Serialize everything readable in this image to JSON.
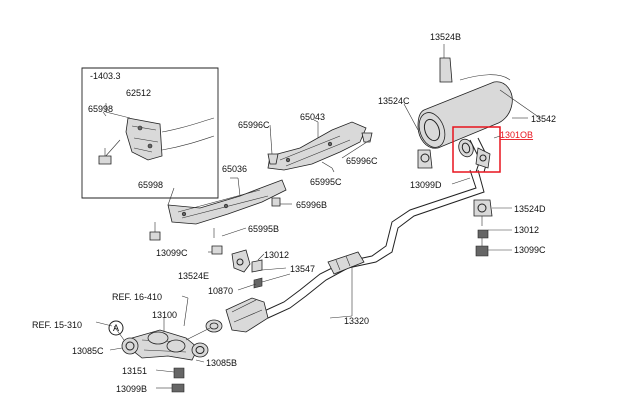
{
  "inset": {
    "ref": "-1403.3"
  },
  "parts": {
    "p13524B": "13524B",
    "p13524C": "13524C",
    "p13542": "13542",
    "p1301OB": "1301OB",
    "p13099D": "13099D",
    "p13524D": "13524D",
    "p13012_r": "13012",
    "p13099C_r": "13099C",
    "p65998_inset": "65998",
    "p62512": "62512",
    "p65996C_a": "65996C",
    "p65043": "65043",
    "p65996C_b": "65996C",
    "p65995C": "65995C",
    "p65998": "65998",
    "p65036": "65036",
    "p65996B": "65996B",
    "p65995B": "65995B",
    "p13099C_l": "13099C",
    "p13012_l": "13012",
    "p13524E": "13524E",
    "p13547": "13547",
    "p10870": "10870",
    "ref16": "REF. 16-410",
    "ref15": "REF. 15-310",
    "circleA": "A",
    "p13100": "13100",
    "p13320": "13320",
    "p13085C": "13085C",
    "p13085B": "13085B",
    "p13151": "13151",
    "p13099B": "13099B"
  },
  "colors": {
    "highlight": "#e8141e",
    "ink": "#222222"
  }
}
